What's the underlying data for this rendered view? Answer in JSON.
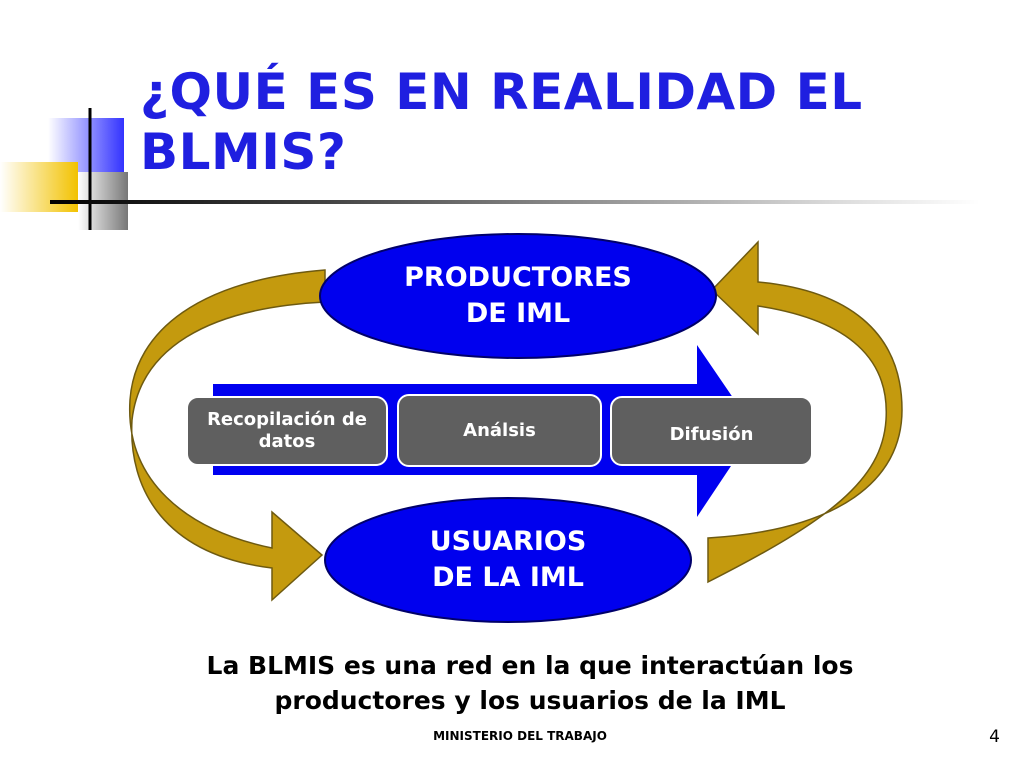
{
  "slide": {
    "title": "¿QUÉ ES EN REALIDAD EL BLMIS?",
    "caption": "La BLMIS es una red en la que interactúan los productores y los usuarios de la IML",
    "footer": "MINISTERIO DEL TRABAJO",
    "page_number": "4"
  },
  "diagram": {
    "top_ellipse": {
      "line1": "PRODUCTORES",
      "line2": "DE IML"
    },
    "bottom_ellipse": {
      "line1": "USUARIOS",
      "line2": "DE LA IML"
    },
    "process_steps": [
      {
        "label": "Recopilación de datos"
      },
      {
        "label": "Análsis"
      },
      {
        "label": "Difusión"
      }
    ]
  },
  "colors": {
    "title_blue": "#1F1FE0",
    "ellipse_blue": "#0000EE",
    "arrow_blue": "#0000F0",
    "step_gray": "#5F5F5F",
    "cycle_gold": "#C49A0E"
  }
}
